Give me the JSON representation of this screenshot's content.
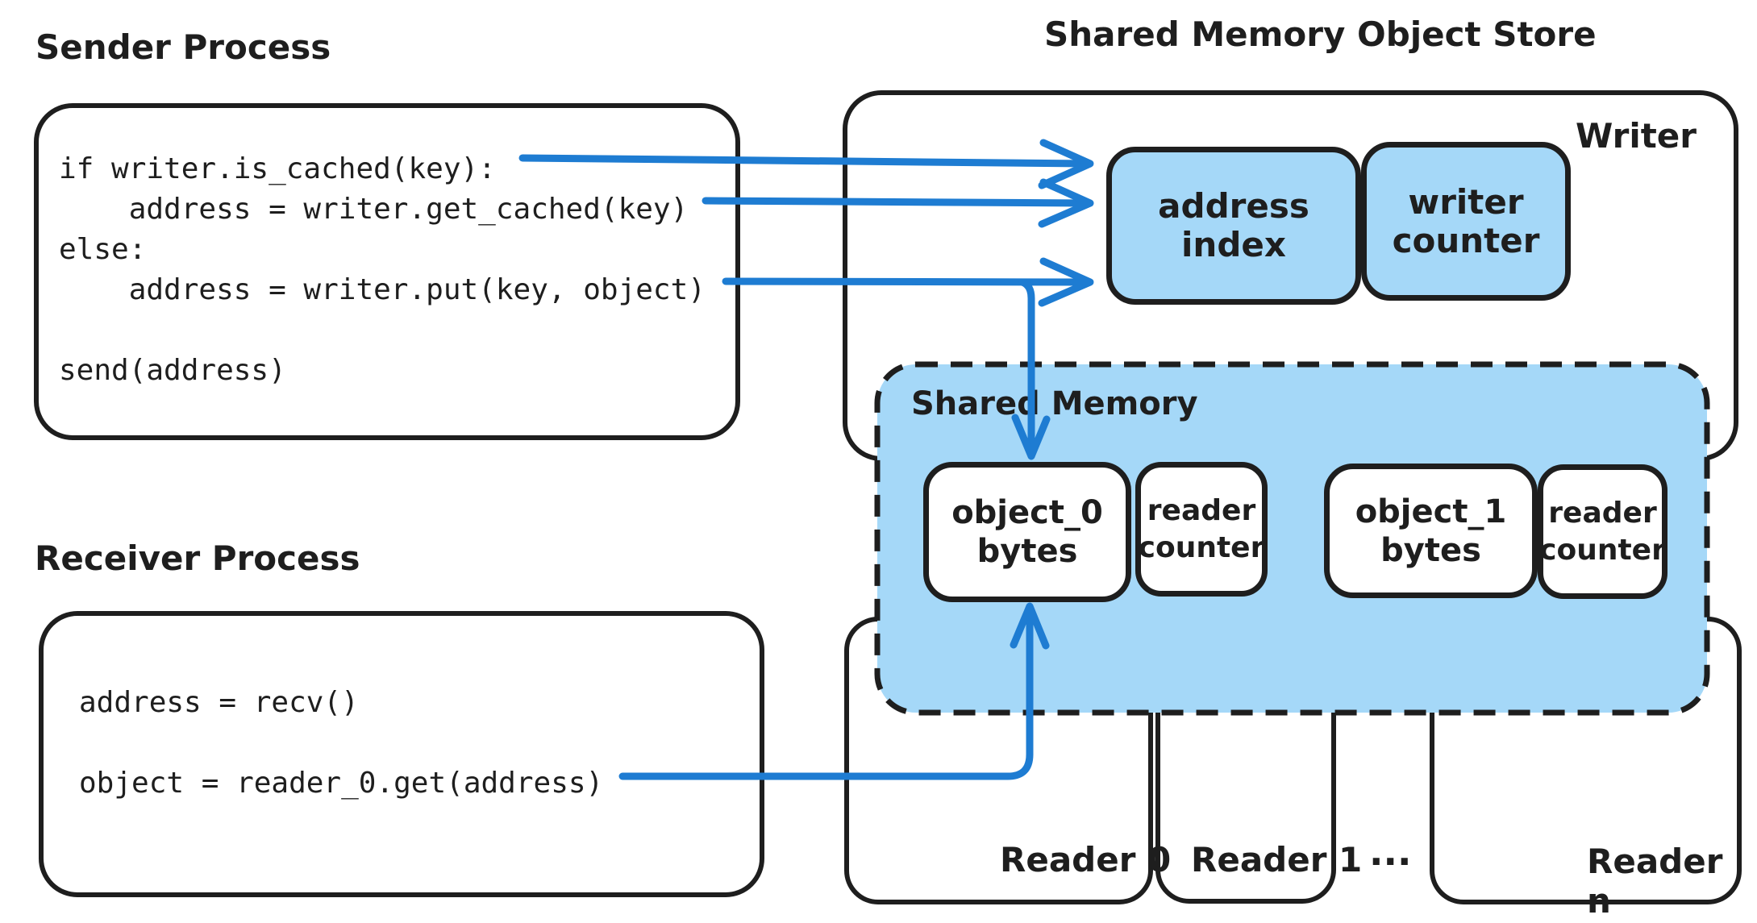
{
  "colors": {
    "ink": "#1e1e1e",
    "fill_blue": "#a5d8f8",
    "arrow_blue": "#1e7cd2",
    "background": "#ffffff"
  },
  "header": {
    "title": "Shared Memory Object Store"
  },
  "sender": {
    "label": "Sender Process",
    "code": [
      "if writer.is_cached(key):",
      "    address = writer.get_cached(key)",
      "else:",
      "    address = writer.put(key, object)",
      "",
      "send(address)"
    ]
  },
  "receiver": {
    "label": "Receiver Process",
    "code": [
      "address = recv()",
      "",
      "object = reader_0.get(address)"
    ]
  },
  "store": {
    "writer_label": "Writer",
    "address_index": "address\nindex",
    "writer_counter": "writer\ncounter",
    "shared_memory_label": "Shared Memory",
    "object_0": "object_0\nbytes",
    "reader_counter_0": "reader\ncounter",
    "object_1": "object_1\nbytes",
    "reader_counter_1": "reader\ncounter",
    "reader_0": "Reader 0",
    "reader_1": "Reader 1",
    "ellipsis": "...",
    "reader_n": "Reader n"
  }
}
